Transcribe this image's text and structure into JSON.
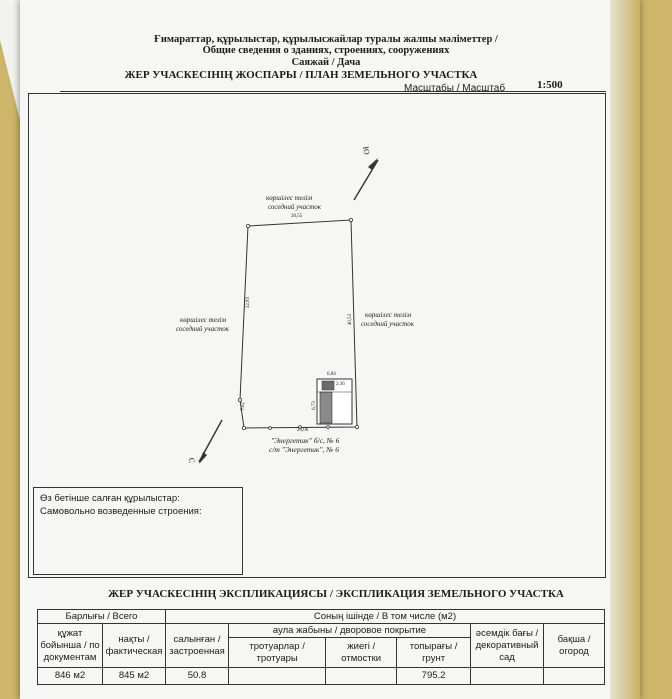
{
  "header": {
    "line1": "Ғимараттар, құрылыстар, құрылысжайлар туралы жалпы мәліметтер /",
    "line2": "Общие сведения о зданиях, строениях, сооружениях",
    "line3": "Саяжай / Дача",
    "plan_title": "ЖЕР УЧАСКЕСІНІҢ ЖОСПАРЫ / ПЛАН ЗЕМЕЛЬНОГО УЧАСТКА",
    "scale_label": "Масштабы / Масштаб",
    "scale_value": "1:500"
  },
  "plan": {
    "neighbor_top_kz": "көршілес телім",
    "neighbor_top_ru": "соседний участок",
    "neighbor_left_kz": "көршілес телім",
    "neighbor_left_ru": "соседний участок",
    "neighbor_right_kz": "көршілес телім",
    "neighbor_right_ru": "соседний участок",
    "dim_top": "20,55",
    "dim_left": "32,83",
    "dim_right": "40,53",
    "dim_bottom": "20,06",
    "dim_bottom_left": "9,61",
    "dim_house_left": "6,73",
    "dim_house_top": "6,04",
    "dim_house_inner": "2,36",
    "address_kz": "\"Энергетик\" б/с, № 6",
    "address_ru": "с/т \"Энергетик\", № 6",
    "north_label": "Ю",
    "south_label": "С"
  },
  "legend": {
    "line1": "Өз бетінше салған құрылыстар:",
    "line2": "Самовольно возведенные строения:"
  },
  "explication": {
    "title": "ЖЕР УЧАСКЕСІНІҢ ЭКСПЛИКАЦИЯСЫ / ЭКСПЛИКАЦИЯ ЗЕМЕЛЬНОГО УЧАСТКА",
    "total_header": "Барлығы / Всего",
    "including_header": "Соның ішінде / В том числе (м2)",
    "col_doc": "құжат бойынша / по документам",
    "col_fact": "нақты / фактическая",
    "col_built": "салынған / застроенная",
    "col_yard": "аула жабыны / дворовое покрытие",
    "col_sidewalk": "тротуарлар / тротуары",
    "col_blind": "жиегі / отмостки",
    "col_soil": "топырағы / грунт",
    "col_decor": "әсемдік бағы / декоративный сад",
    "col_garden": "бақша / огород",
    "val_doc": "846 м2",
    "val_fact": "845 м2",
    "val_built": "50.8",
    "val_soil": "795.2"
  }
}
